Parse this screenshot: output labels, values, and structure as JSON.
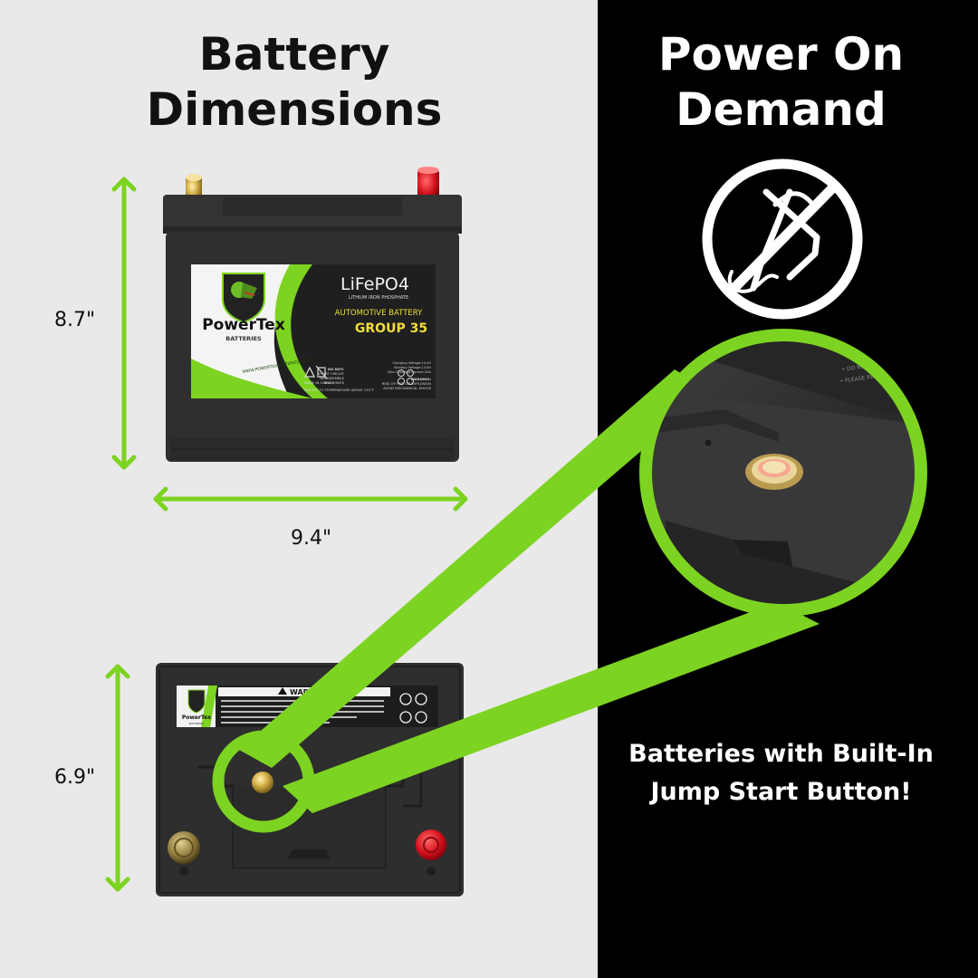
{
  "headings": {
    "left_title": "Battery Dimensions",
    "right_title": "Power On Demand"
  },
  "dimensions": {
    "side_height": "8.7\"",
    "side_width": "9.4\"",
    "top_depth": "6.9\""
  },
  "label": {
    "chemistry": "LiFePO4",
    "chemistry_sub": "LITHIUM IRON PHOSPHATE",
    "product_type": "AUTOMOTIVE BATTERY",
    "group": "GROUP 35",
    "brand": "PowerTex",
    "brand_sub": "BATTERIES",
    "website": "WWW.POWERTEXBATTERIES.COM",
    "specs": [
      "Charging Voltage:14.4V",
      "Standby Voltage:13.6V",
      "Max Charging Current:20A"
    ],
    "do_not_title": "DO NOT:",
    "do_not_items": [
      "SHORT CIRCUIT",
      "DISASSEMBLE",
      "INCINERATE"
    ],
    "warning_title": "WARNING:",
    "warning_items": [
      "RISK OF FIRE OR EXPLOSION",
      "AVOID MECHANICAL SHOCK"
    ],
    "made_in": "MADE IN CHINA",
    "temperature_note": "EXPOSE TO TEMPERATURE ABOVE 131°F",
    "top_warning_title": "WARNING"
  },
  "tagline": "Batteries with Built-In Jump Start Button!",
  "icons": [
    "no-jumper-cables-icon",
    "recycle-icon",
    "bin-crossed-icon",
    "warning-triangle-icon",
    "dinosaur-logo-icon"
  ],
  "colors": {
    "accent_green": "#7dd321",
    "terminal_red": "#d4101c",
    "terminal_gold": "#c9a227",
    "label_yellow": "#f2dd3c"
  }
}
